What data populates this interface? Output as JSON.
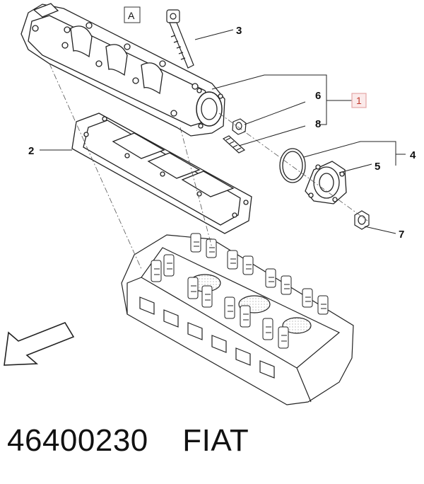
{
  "diagram": {
    "view_label": "A",
    "callouts": {
      "c1": "1",
      "c2": "2",
      "c3": "3",
      "c4": "4",
      "c5": "5",
      "c6": "6",
      "c7": "7",
      "c8": "8"
    },
    "highlight_color": "#e4a6a6"
  },
  "footer": {
    "part_number": "46400230",
    "brand": "FIAT"
  }
}
